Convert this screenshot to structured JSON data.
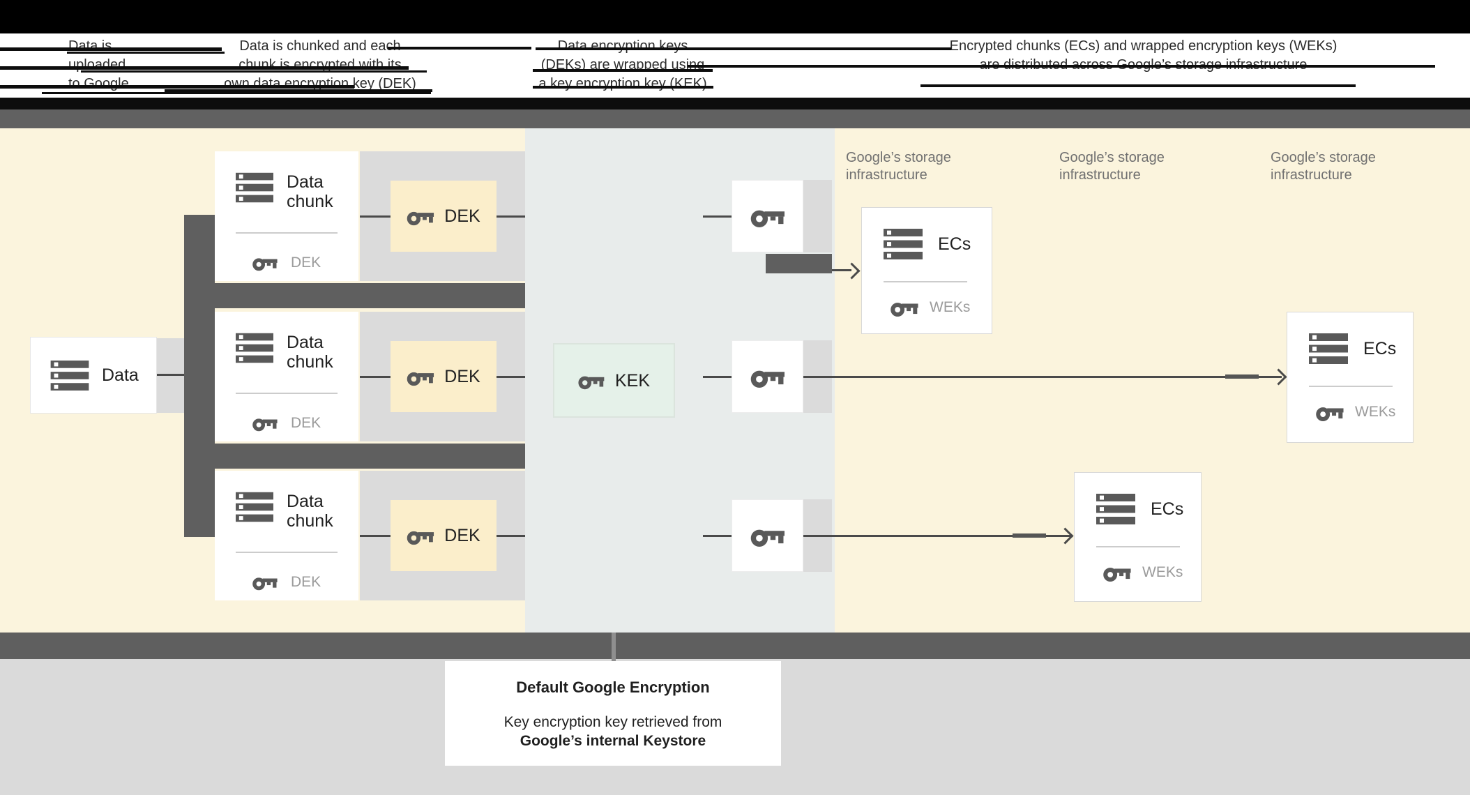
{
  "header": {
    "steps": [
      {
        "lines": [
          "Data is",
          "uploaded",
          "to Google"
        ]
      },
      {
        "lines": [
          "Data is chunked and each",
          "chunk is encrypted with its",
          "own data encryption key (DEK)"
        ]
      },
      {
        "lines": [
          "Data encryption keys",
          "(DEKs) are wrapped using",
          "a key encryption key (KEK)"
        ]
      },
      {
        "lines": [
          "Encrypted chunks (ECs) and wrapped encryption keys (WEKs)",
          "are distributed across Google’s storage infrastructure"
        ]
      }
    ]
  },
  "diagram": {
    "data_box": {
      "label": "Data"
    },
    "rows": [
      {
        "chunk_title": "Data chunk",
        "chunk_key_label": "DEK",
        "dek_label": "DEK"
      },
      {
        "chunk_title": "Data chunk",
        "chunk_key_label": "DEK",
        "dek_label": "DEK"
      },
      {
        "chunk_title": "Data chunk",
        "chunk_key_label": "DEK",
        "dek_label": "DEK"
      }
    ],
    "kek_box": {
      "label": "KEK"
    },
    "storage_labels": [
      {
        "line1": "Google’s storage",
        "line2": "infrastructure"
      },
      {
        "line1": "Google’s storage",
        "line2": "infrastructure"
      },
      {
        "line1": "Google’s storage",
        "line2": "infrastructure"
      }
    ],
    "ecs_boxes": [
      {
        "title": "ECs",
        "key_label": "WEKs"
      },
      {
        "title": "ECs",
        "key_label": "WEKs"
      },
      {
        "title": "ECs",
        "key_label": "WEKs"
      }
    ]
  },
  "caption": {
    "title": "Default Google Encryption",
    "line1": "Key encryption key retrieved from",
    "line2": "Google’s internal Keystore"
  },
  "colors": {
    "beige_background": "#FBF4DD",
    "kms_column": "#E8ECEB",
    "dek_box": "#FBEECB",
    "kek_box": "#E5F1E9",
    "dark_connector": "#5F5F5F",
    "light_band": "#DBDBDB",
    "bottom_area": "#DADADA",
    "muted_text": "#9B9B9B",
    "storage_text": "#707070"
  }
}
